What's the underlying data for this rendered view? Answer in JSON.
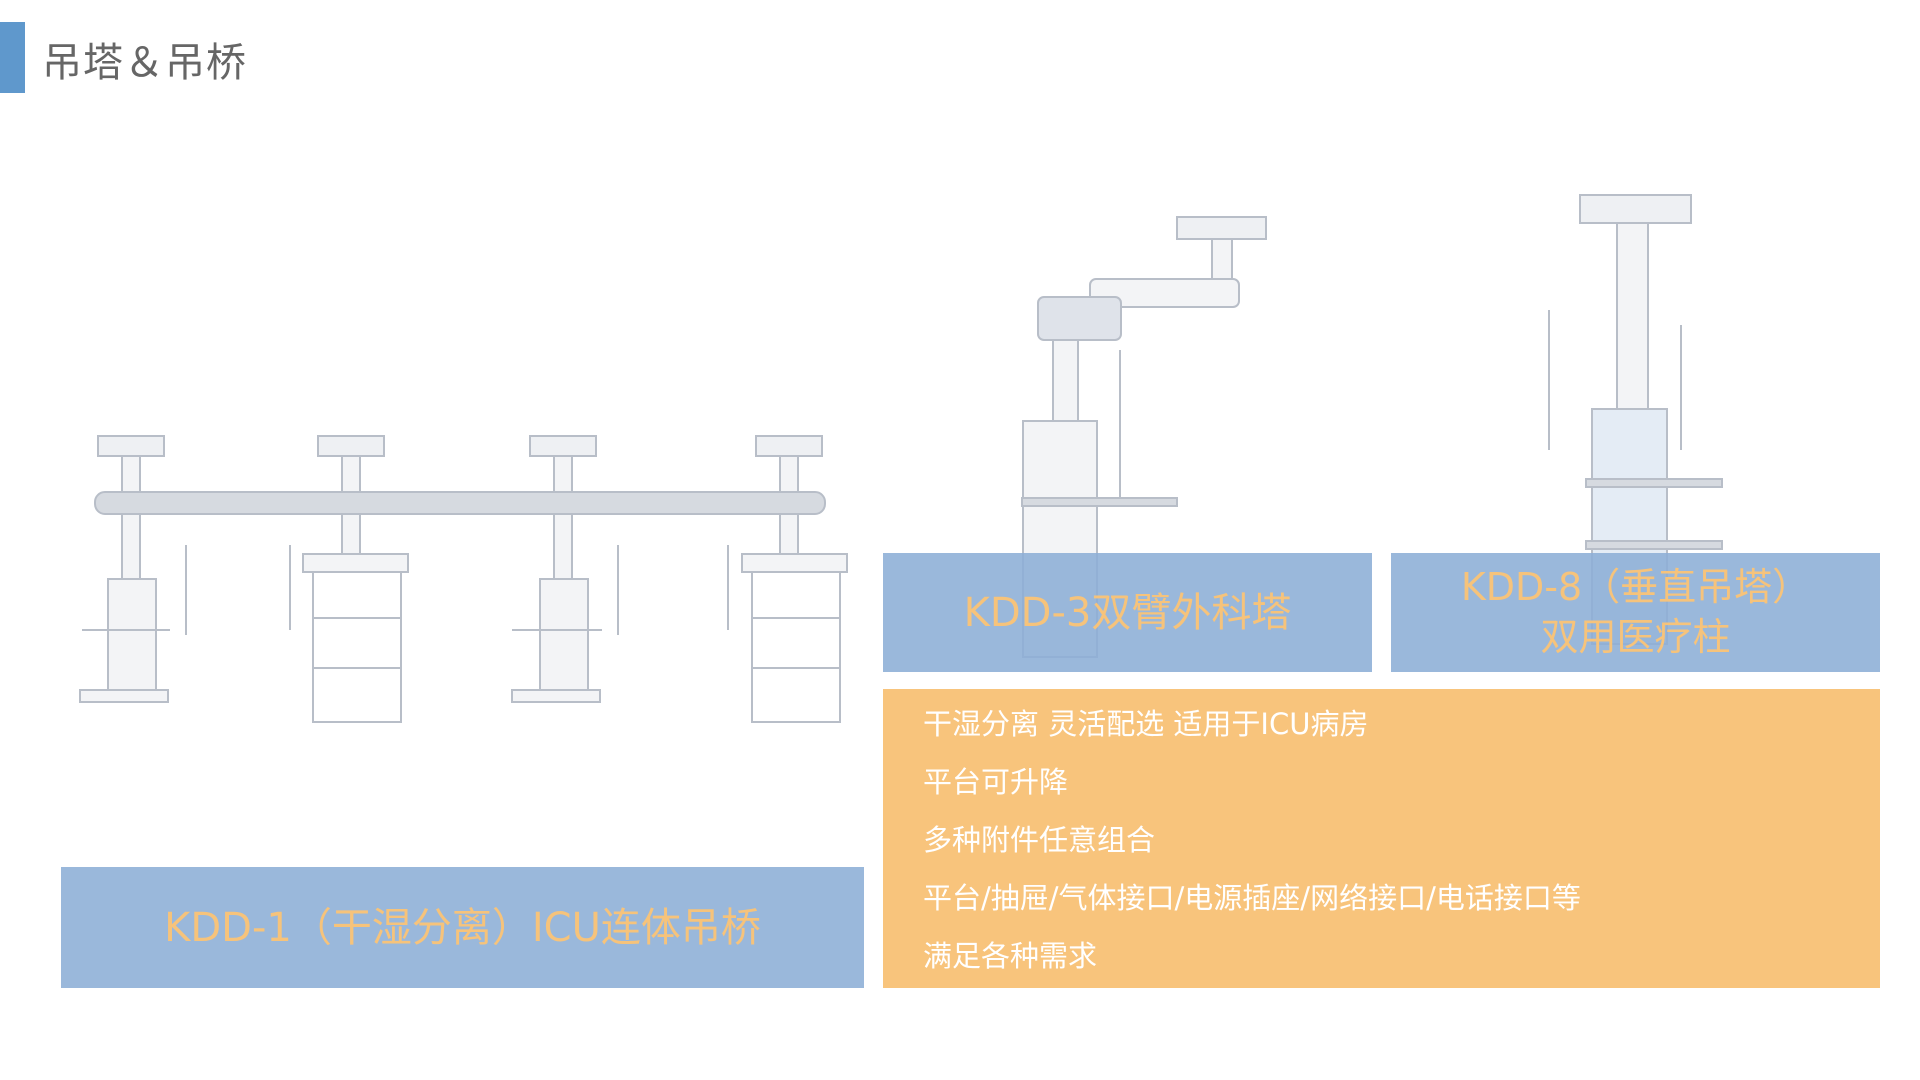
{
  "page": {
    "title": "吊塔＆吊桥"
  },
  "products": [
    {
      "label_lines": [
        "KDD-1（干湿分离）ICU连体吊桥"
      ]
    },
    {
      "label_lines": [
        "KDD-3双臂外科塔"
      ]
    },
    {
      "label_lines": [
        "KDD-8（垂直吊塔）",
        "双用医疗柱"
      ]
    }
  ],
  "features": [
    "干湿分离 灵活配选 适用于ICU病房",
    "平台可升降",
    "多种附件任意组合",
    "平台/抽屉/气体接口/电源插座/网络接口/电话接口等",
    "满足各种需求"
  ],
  "colors": {
    "accent": "#5f98cc",
    "label_box": "#8caed6",
    "label_text": "#f6c37b",
    "feature_box": "#f8c47c"
  }
}
